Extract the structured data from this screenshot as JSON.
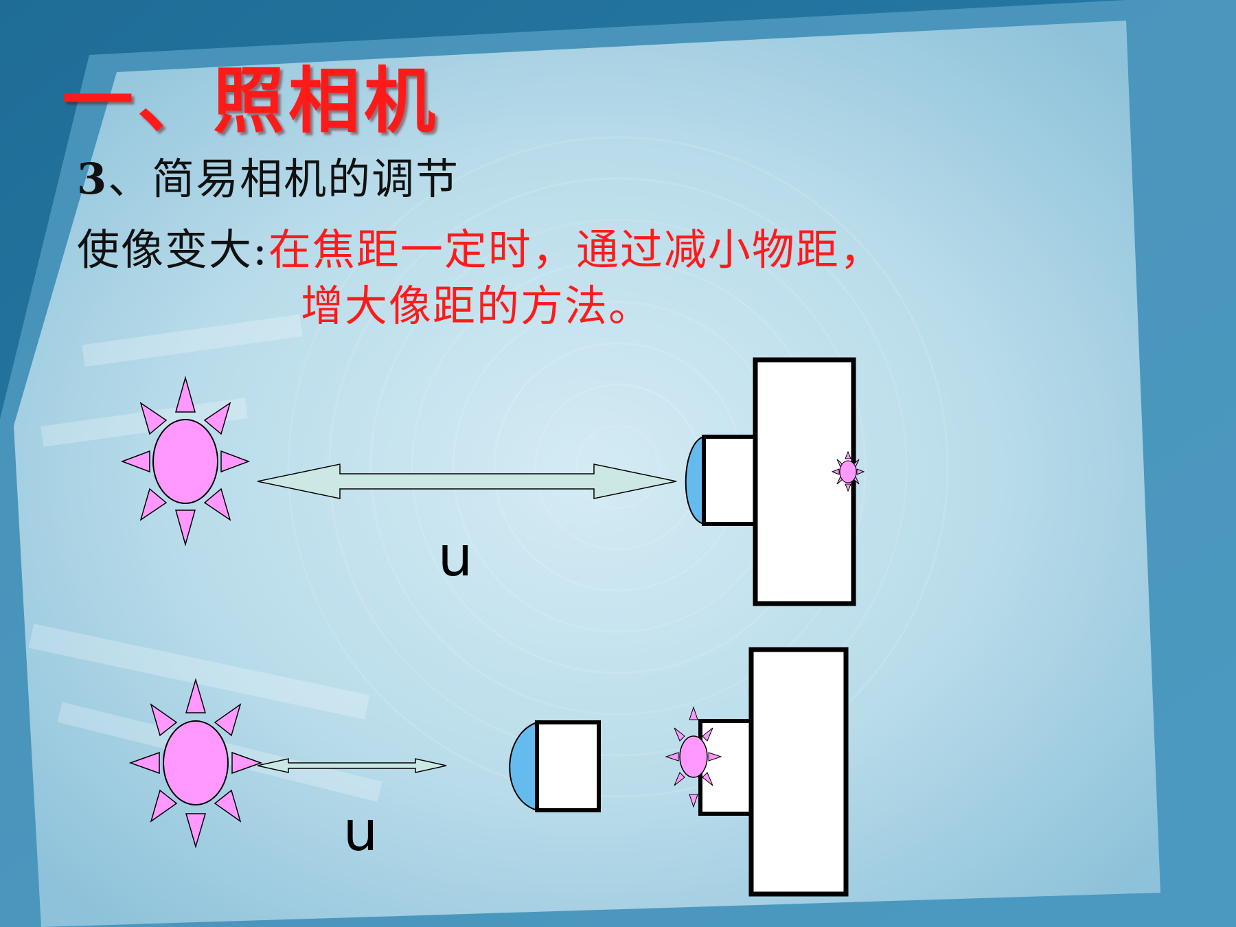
{
  "title": "一、照相机",
  "subtitle": {
    "number": "3",
    "text": "、简易相机的调节"
  },
  "rule": {
    "label": "使像变大",
    "colon": ":",
    "line1": "在焦距一定时，通过减小物距，",
    "line2": "增大像距的方法。"
  },
  "diagram": {
    "top_distance_label": "u",
    "bottom_distance_label": "u"
  },
  "colors": {
    "title_red": "#ff1a1a",
    "object_pink": "#ff99ff",
    "lens_blue": "#66bbee",
    "arrow_fill": "#cce8e4"
  }
}
